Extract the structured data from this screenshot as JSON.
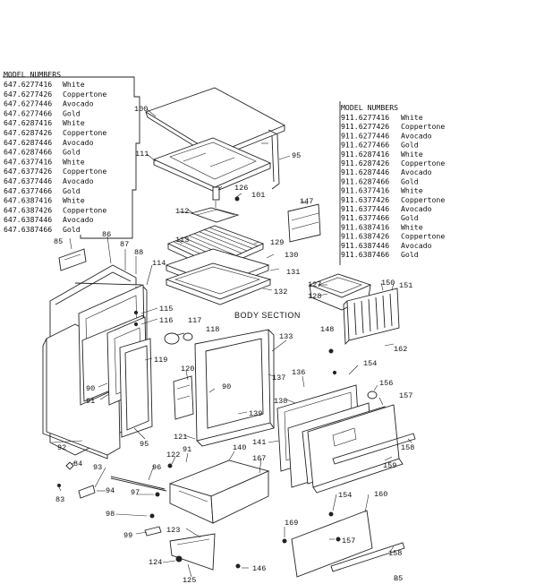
{
  "model_list_left": {
    "header": "MODEL NUMBERS",
    "rows": [
      {
        "number": "647.6277416",
        "color": "White"
      },
      {
        "number": "647.6277426",
        "color": "Coppertone"
      },
      {
        "number": "647.6277446",
        "color": "Avocado"
      },
      {
        "number": "647.6277466",
        "color": "Gold"
      },
      {
        "number": "647.6287416",
        "color": "White"
      },
      {
        "number": "647.6287426",
        "color": "Coppertone"
      },
      {
        "number": "647.6287446",
        "color": "Avocado"
      },
      {
        "number": "647.6287466",
        "color": "Gold"
      },
      {
        "number": "647.6377416",
        "color": "White"
      },
      {
        "number": "647.6377426",
        "color": "Coppertone"
      },
      {
        "number": "647.6377446",
        "color": "Avocado"
      },
      {
        "number": "647.6377466",
        "color": "Gold"
      },
      {
        "number": "647.6387416",
        "color": "White"
      },
      {
        "number": "647.6387426",
        "color": "Coppertone"
      },
      {
        "number": "647.6387446",
        "color": "Avocado"
      },
      {
        "number": "647.6387466",
        "color": "Gold"
      }
    ]
  },
  "model_list_right": {
    "header": "MODEL NUMBERS",
    "rows": [
      {
        "number": "911.6277416",
        "color": "White"
      },
      {
        "number": "911.6277426",
        "color": "Coppertone"
      },
      {
        "number": "911.6277446",
        "color": "Avocado"
      },
      {
        "number": "911.6277466",
        "color": "Gold"
      },
      {
        "number": "911.6287416",
        "color": "White"
      },
      {
        "number": "911.6287426",
        "color": "Coppertone"
      },
      {
        "number": "911.6287446",
        "color": "Avocado"
      },
      {
        "number": "911.6287466",
        "color": "Gold"
      },
      {
        "number": "911.6377416",
        "color": "White"
      },
      {
        "number": "911.6377426",
        "color": "Coppertone"
      },
      {
        "number": "911.6377446",
        "color": "Avocado"
      },
      {
        "number": "911.6377466",
        "color": "Gold"
      },
      {
        "number": "911.6387416",
        "color": "White"
      },
      {
        "number": "911.6387426",
        "color": "Coppertone"
      },
      {
        "number": "911.6387446",
        "color": "Avocado"
      },
      {
        "number": "911.6387466",
        "color": "Gold"
      }
    ]
  },
  "section_title": "BODY SECTION",
  "footer_code": "B5",
  "part_labels": {
    "p100": "100",
    "p95a": "95",
    "p111": "111",
    "p126": "126",
    "p101": "101",
    "p112": "112",
    "p147": "147",
    "p113": "113",
    "p129": "129",
    "p130": "130",
    "p131": "131",
    "p132": "132",
    "p127": "127",
    "p128": "128",
    "p150": "150",
    "p151": "151",
    "p85": "85",
    "p86": "86",
    "p87": "87",
    "p88": "88",
    "p114": "114",
    "p115": "115",
    "p116": "116",
    "p117": "117",
    "p118": "118",
    "p133": "133",
    "p148": "148",
    "p162": "162",
    "p119": "119",
    "p120": "120",
    "p90a": "90",
    "p90b": "90",
    "p91a": "91",
    "p137": "137",
    "p136": "136",
    "p154a": "154",
    "p156": "156",
    "p138": "138",
    "p157a": "157",
    "p139": "139",
    "p121": "121",
    "p91b": "91",
    "p95b": "95",
    "p92": "92",
    "p140": "140",
    "p141": "141",
    "p158a": "158",
    "p122": "122",
    "p167": "167",
    "p159": "159",
    "p84": "84",
    "p93": "93",
    "p96": "96",
    "p83": "83",
    "p94": "94",
    "p97": "97",
    "p98": "98",
    "p154b": "154",
    "p160": "160",
    "p169": "169",
    "p123": "123",
    "p99": "99",
    "p157b": "157",
    "p124": "124",
    "p146": "146",
    "p158b": "158",
    "p125": "125"
  }
}
